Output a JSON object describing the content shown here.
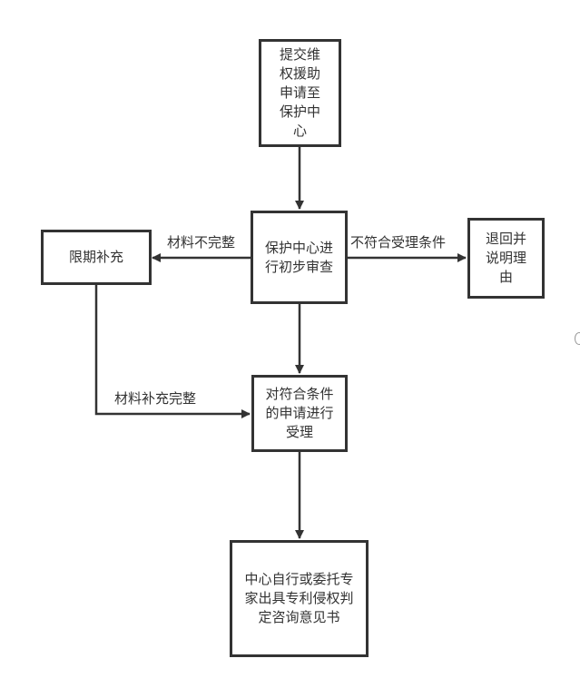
{
  "diagram": {
    "type": "flowchart",
    "nodes": [
      {
        "id": "submit",
        "text": "提交维权援助申请至保护中心"
      },
      {
        "id": "review",
        "text": "保护中心进行初步审查"
      },
      {
        "id": "supplement",
        "text": "限期补充"
      },
      {
        "id": "reject",
        "text": "退回并说明理由"
      },
      {
        "id": "accept",
        "text": "对符合条件的申请进行受理"
      },
      {
        "id": "opinion",
        "text": "中心自行或委托专家出具专利侵权判定咨询意见书"
      }
    ],
    "edges": [
      {
        "from": "submit",
        "to": "review",
        "label": ""
      },
      {
        "from": "review",
        "to": "supplement",
        "label": "材料不完整"
      },
      {
        "from": "review",
        "to": "reject",
        "label": "不符合受理条件"
      },
      {
        "from": "review",
        "to": "accept",
        "label": ""
      },
      {
        "from": "supplement",
        "to": "accept",
        "label": "材料补充完整"
      },
      {
        "from": "accept",
        "to": "opinion",
        "label": ""
      }
    ],
    "colors": {
      "stroke": "#333333",
      "background": "#ffffff"
    }
  }
}
